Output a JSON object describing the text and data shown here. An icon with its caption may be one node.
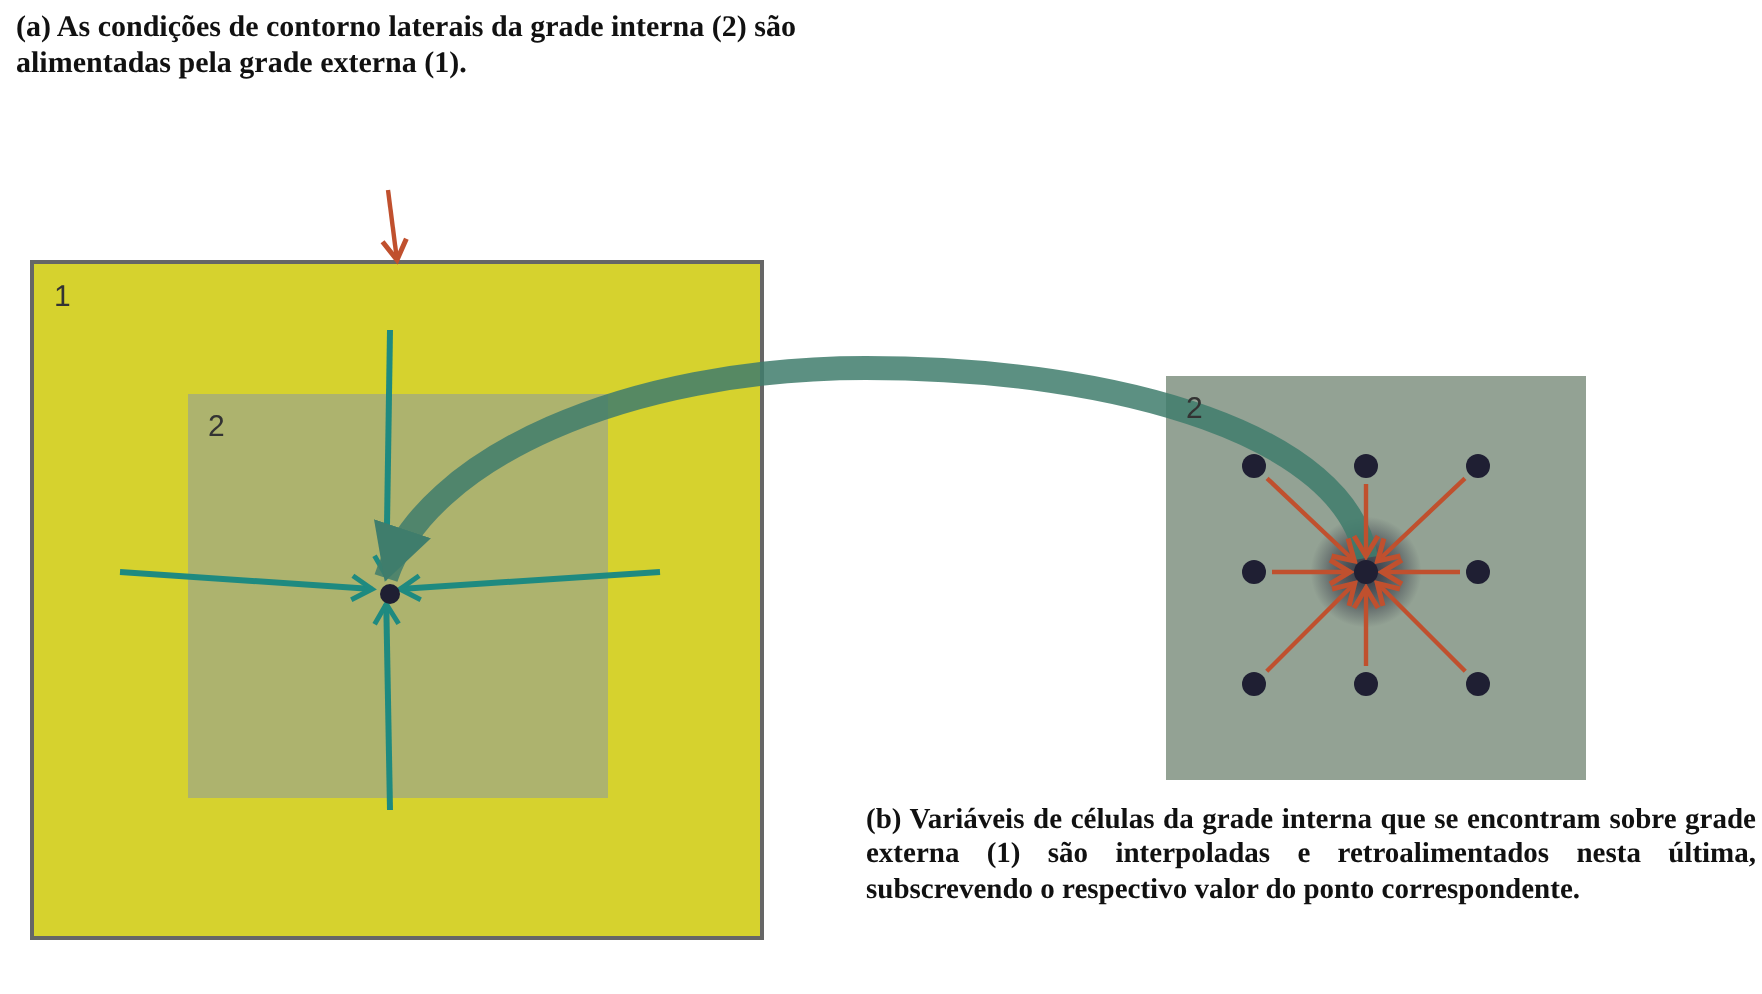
{
  "diagram": {
    "nodes": [
      {
        "text": [
          "1"
        ]
      },
      {
        "text": [
          "2"
        ],
        "in": 0
      },
      {
        "text": [],
        "shape": "circle",
        "in": 1
      },
      {
        "text": [
          "2"
        ]
      },
      {
        "text": [],
        "shape": "circle",
        "in": 3
      },
      {
        "text": [],
        "shape": "circle",
        "in": 3
      },
      {
        "text": [],
        "shape": "circle",
        "in": 3
      },
      {
        "text": [],
        "shape": "circle",
        "in": 3
      },
      {
        "text": [],
        "shape": "circle",
        "in": 3
      },
      {
        "text": [],
        "shape": "circle",
        "in": 3
      },
      {
        "text": [],
        "shape": "circle",
        "in": 3
      },
      {
        "text": [],
        "shape": "circle",
        "in": 3
      },
      {
        "text": [],
        "shape": "circle",
        "in": 3
      }
    ],
    "edges": [
      {
        "from": null,
        "to": 0,
        "arrow": "to"
      },
      {
        "from": null,
        "to": 2,
        "arrow": "to",
        "color": "#1e8a80"
      },
      {
        "from": null,
        "to": 2,
        "arrow": "to",
        "color": "#1e8a80"
      },
      {
        "from": null,
        "to": 2,
        "arrow": "to",
        "color": "#1e8a80"
      },
      {
        "from": null,
        "to": 2,
        "arrow": "to",
        "color": "#1e8a80"
      },
      {
        "from": 8,
        "to": 2,
        "arrow": "to",
        "style": "thick",
        "color": "#3f7d6c"
      },
      {
        "from": 4,
        "to": 8,
        "arrow": "to"
      },
      {
        "from": 5,
        "to": 8,
        "arrow": "to"
      },
      {
        "from": 6,
        "to": 8,
        "arrow": "to"
      },
      {
        "from": 7,
        "to": 8,
        "arrow": "to"
      },
      {
        "from": 9,
        "to": 8,
        "arrow": "to"
      },
      {
        "from": 10,
        "to": 8,
        "arrow": "to"
      },
      {
        "from": 11,
        "to": 8,
        "arrow": "to"
      },
      {
        "from": 12,
        "to": 8,
        "arrow": "to"
      }
    ],
    "labels": [
      "(a) As condições de contorno laterais da grade interna (2) são alimentadas pela grade externa (1).",
      "(b) Variáveis de células da grade interna que se encontram sobre grade externa (1) são interpoladas e retroalimentados nesta última, subscrevendo o respectivo valor do ponto correspondente."
    ]
  }
}
